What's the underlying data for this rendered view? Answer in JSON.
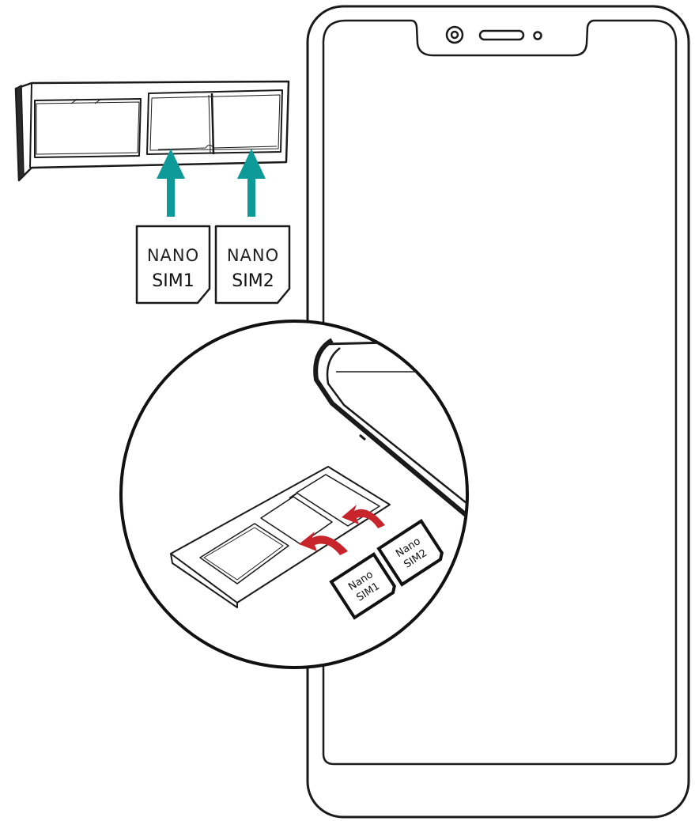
{
  "colors": {
    "insert_arrow": "#0f9a9a",
    "curved_arrow": "#c8242b",
    "outline": "#1a1a1a"
  },
  "cards": [
    {
      "line1": "NANO",
      "line2": "SIM1"
    },
    {
      "line1": "NANO",
      "line2": "SIM2"
    }
  ],
  "zoom_cards": [
    {
      "line1": "Nano",
      "line2": "SIM1"
    },
    {
      "line1": "Nano",
      "line2": "SIM2"
    }
  ],
  "icons": {
    "phone_camera": "camera-icon",
    "phone_speaker": "earpiece-icon",
    "phone_sensor": "sensor-icon"
  }
}
